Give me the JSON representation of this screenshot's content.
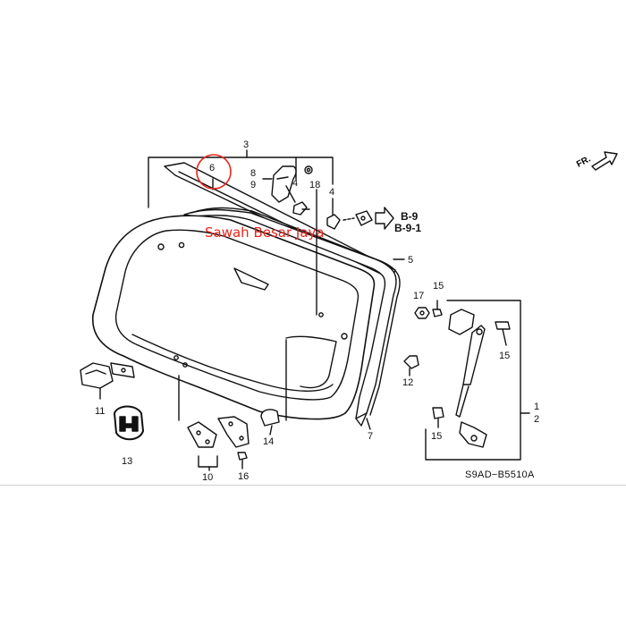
{
  "labels": {
    "n1": "1",
    "n2": "2",
    "n3": "3",
    "n4a": "4",
    "n4b": "4",
    "n5": "5",
    "n6": "6",
    "n7": "7",
    "n8": "8",
    "n9": "9",
    "n10": "10",
    "n11": "11",
    "n12": "12",
    "n13": "13",
    "n14": "14",
    "n15a": "15",
    "n15b": "15",
    "n15c": "15",
    "n16": "16",
    "n17": "17",
    "n18": "18"
  },
  "refs": {
    "b9": "B-9",
    "b91": "B-9-1"
  },
  "direction": "FR.",
  "watermark": "Sawah Besar Jaya",
  "diagram_code": "S9AD−B5510A",
  "colors": {
    "line": "#111111",
    "highlight_circle": "#e8241c",
    "watermark": "#e8241c"
  }
}
